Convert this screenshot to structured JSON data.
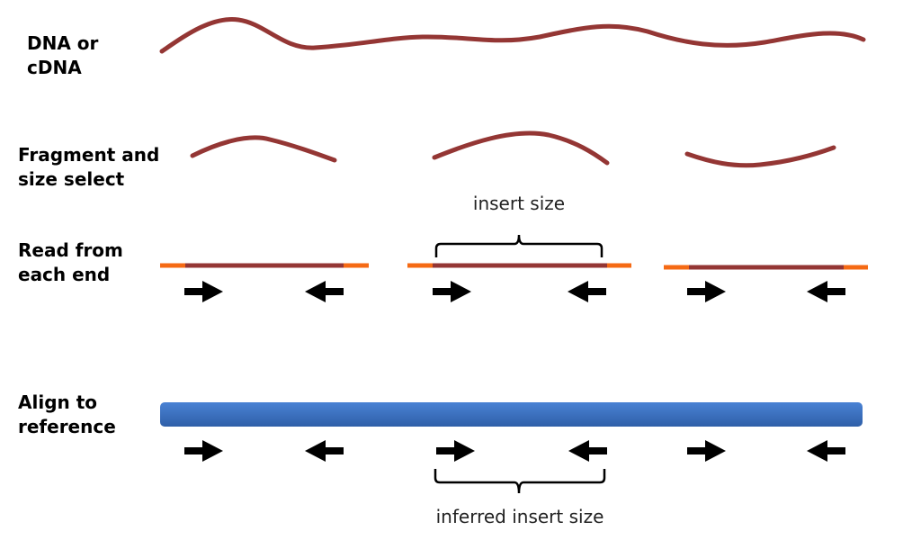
{
  "stages": {
    "dna": "DNA or\ncDNA",
    "fragment": "Fragment and\nsize select",
    "read": "Read from\neach end",
    "align": "Align to\nreference"
  },
  "captions": {
    "insert_size": "insert size",
    "inferred_insert_size": "inferred insert size"
  },
  "colors": {
    "dna_strand": "#943634",
    "adapter": "#f56a14",
    "reference": "#3f72c2",
    "arrow": "#000000",
    "brace": "#000000"
  },
  "icons": {
    "read_forward": "right-arrow-icon",
    "read_reverse": "left-arrow-icon"
  }
}
